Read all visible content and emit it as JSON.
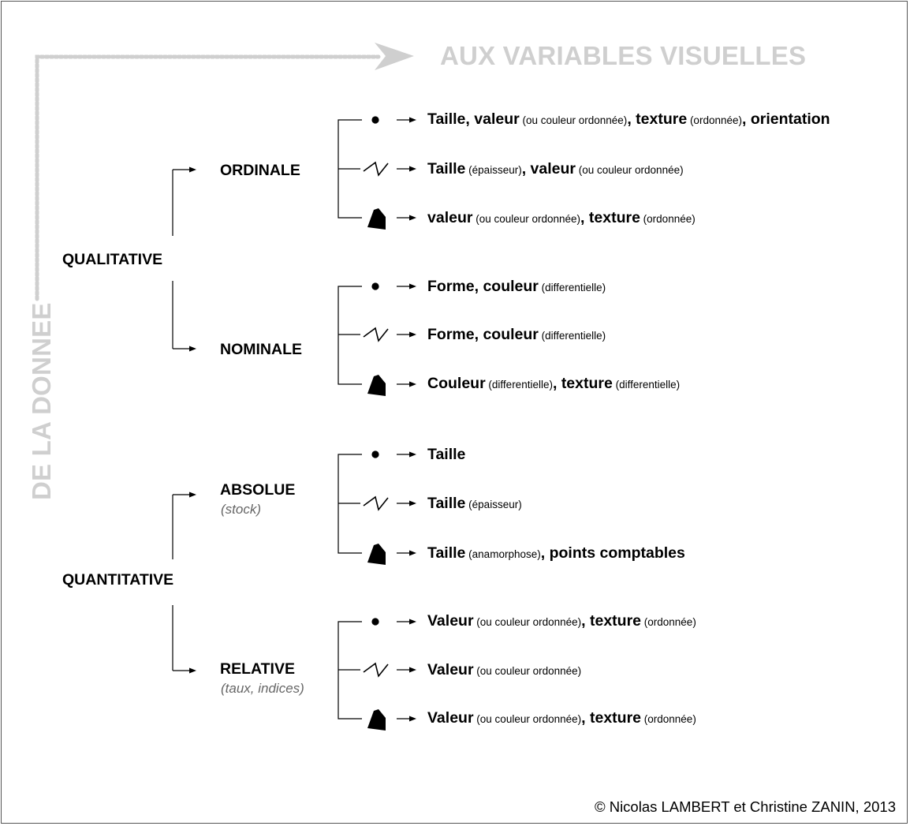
{
  "title_top": "AUX VARIABLES VISUELLES",
  "title_left": "DE LA DONNEE",
  "qualitative": {
    "label": "QUALITATIVE",
    "ordinale": {
      "label": "ORDINALE",
      "point": [
        {
          "t": "Taille",
          "b": true
        },
        {
          "t": ", ",
          "p": true
        },
        {
          "t": "valeur",
          "b": true
        },
        {
          "t": " (ou couleur ordonnée)",
          "s": true
        },
        {
          "t": ", ",
          "p": true
        },
        {
          "t": "texture",
          "b": true
        },
        {
          "t": " (ordonnée)",
          "s": true
        },
        {
          "t": ", ",
          "p": true
        },
        {
          "t": "orientation",
          "b": true
        }
      ],
      "line": [
        {
          "t": "Taille",
          "b": true
        },
        {
          "t": " (épaisseur)",
          "s": true
        },
        {
          "t": ", ",
          "p": true
        },
        {
          "t": "valeur",
          "b": true
        },
        {
          "t": " (ou couleur ordonnée)",
          "s": true
        }
      ],
      "zone": [
        {
          "t": "valeur",
          "b": true
        },
        {
          "t": " (ou couleur ordonnée)",
          "s": true
        },
        {
          "t": ", ",
          "p": true
        },
        {
          "t": "texture",
          "b": true
        },
        {
          "t": " (ordonnée)",
          "s": true
        }
      ]
    },
    "nominale": {
      "label": "NOMINALE",
      "point": [
        {
          "t": "Forme",
          "b": true
        },
        {
          "t": ", ",
          "p": true
        },
        {
          "t": "couleur",
          "b": true
        },
        {
          "t": " (differentielle)",
          "s": true
        }
      ],
      "line": [
        {
          "t": "Forme",
          "b": true
        },
        {
          "t": ", ",
          "p": true
        },
        {
          "t": "couleur",
          "b": true
        },
        {
          "t": " (differentielle)",
          "s": true
        }
      ],
      "zone": [
        {
          "t": "Couleur",
          "b": true
        },
        {
          "t": " (differentielle)",
          "s": true
        },
        {
          "t": ", ",
          "p": true
        },
        {
          "t": "texture",
          "b": true
        },
        {
          "t": " (differentielle)",
          "s": true
        }
      ]
    }
  },
  "quantitative": {
    "label": "QUANTITATIVE",
    "absolue": {
      "label": "ABSOLUE",
      "sub": "(stock)",
      "point": [
        {
          "t": "Taille",
          "b": true
        }
      ],
      "line": [
        {
          "t": "Taille",
          "b": true
        },
        {
          "t": " (épaisseur)",
          "s": true
        }
      ],
      "zone": [
        {
          "t": "Taille",
          "b": true
        },
        {
          "t": " (anamorphose)",
          "s": true
        },
        {
          "t": ", ",
          "p": true
        },
        {
          "t": "points comptables",
          "b": true
        }
      ]
    },
    "relative": {
      "label": "RELATIVE",
      "sub": "(taux, indices)",
      "point": [
        {
          "t": "Valeur",
          "b": true
        },
        {
          "t": " (ou couleur ordonnée)",
          "s": true
        },
        {
          "t": ", ",
          "p": true
        },
        {
          "t": "texture",
          "b": true
        },
        {
          "t": " (ordonnée)",
          "s": true
        }
      ],
      "line": [
        {
          "t": "Valeur",
          "b": true
        },
        {
          "t": " (ou couleur ordonnée)",
          "s": true
        }
      ],
      "zone": [
        {
          "t": "Valeur",
          "b": true
        },
        {
          "t": " (ou couleur ordonnée)",
          "s": true
        },
        {
          "t": ", ",
          "p": true
        },
        {
          "t": "texture",
          "b": true
        },
        {
          "t": " (ordonnée)",
          "s": true
        }
      ]
    }
  },
  "credit": "© Nicolas LAMBERT et Christine ZANIN, 2013",
  "colors": {
    "guide": "#cfcfcf",
    "line": "#000000",
    "subtitle": "#666666"
  },
  "icons": {
    "point": "dot-icon",
    "line": "zigzag-line-icon",
    "zone": "polygon-zone-icon"
  }
}
